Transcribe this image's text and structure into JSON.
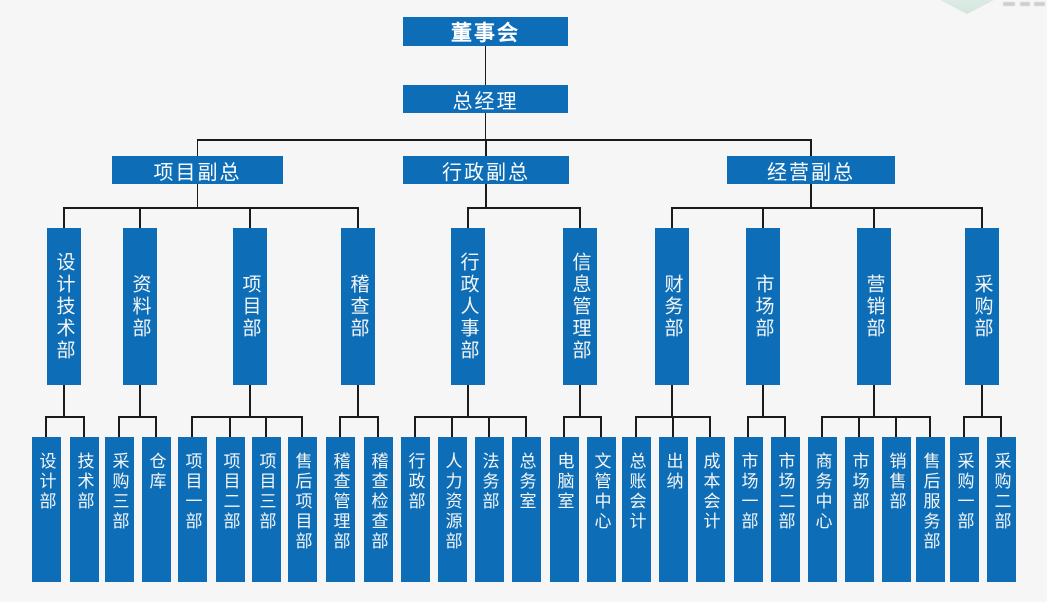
{
  "page": {
    "background_color": "#f6f6f6",
    "node_color": "#0d6eb7",
    "node_text_color": "#ffffff",
    "connector_color": "#1b1b1b"
  },
  "watermark": {
    "icon": "diamond-logo",
    "color": "#d9eae3"
  },
  "org_chart": {
    "root": {
      "label": "董事会"
    },
    "general_manager": {
      "label": "总经理"
    },
    "vps": [
      {
        "label": "项目副总",
        "departments": [
          {
            "label": "设计技术部",
            "subs": [
              "设计部",
              "技术部"
            ]
          },
          {
            "label": "资料部",
            "subs": [
              "采购三部",
              "仓库"
            ]
          },
          {
            "label": "项目部",
            "subs": [
              "项目一部",
              "项目二部",
              "项目三部",
              "售后项目部"
            ]
          },
          {
            "label": "稽查部",
            "subs": [
              "稽查管理部",
              "稽查检查部"
            ]
          }
        ]
      },
      {
        "label": "行政副总",
        "departments": [
          {
            "label": "行政人事部",
            "subs": [
              "行政部",
              "人力资源部",
              "法务部",
              "总务室"
            ]
          },
          {
            "label": "信息管理部",
            "subs": [
              "电脑室",
              "文管中心"
            ]
          }
        ]
      },
      {
        "label": "经营副总",
        "departments": [
          {
            "label": "财务部",
            "subs": [
              "总账会计",
              "出纳",
              "成本会计"
            ]
          },
          {
            "label": "市场部",
            "subs": [
              "市场一部",
              "市场二部"
            ]
          },
          {
            "label": "营销部",
            "subs": [
              "商务中心",
              "市场部",
              "销售部",
              "售后服务部"
            ]
          },
          {
            "label": "采购部",
            "subs": [
              "采购一部",
              "采购二部"
            ]
          }
        ]
      }
    ]
  }
}
